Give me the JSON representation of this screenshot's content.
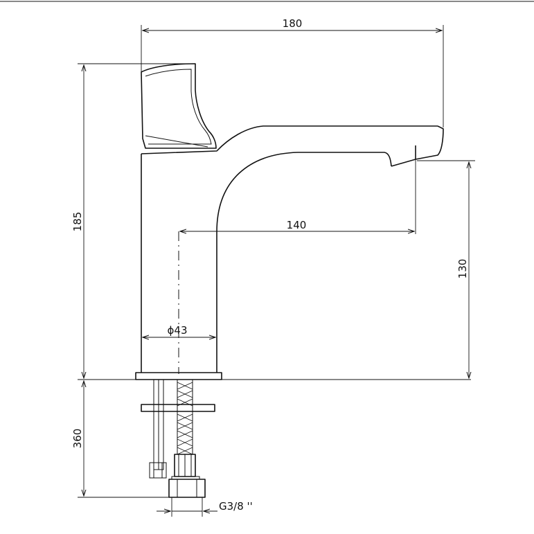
{
  "dimensions": {
    "total_width": "180",
    "total_height": "185",
    "spout_reach": "140",
    "spout_height": "130",
    "body_diameter": "ϕ43",
    "hose_length": "360",
    "thread": "G3/8 ''"
  }
}
